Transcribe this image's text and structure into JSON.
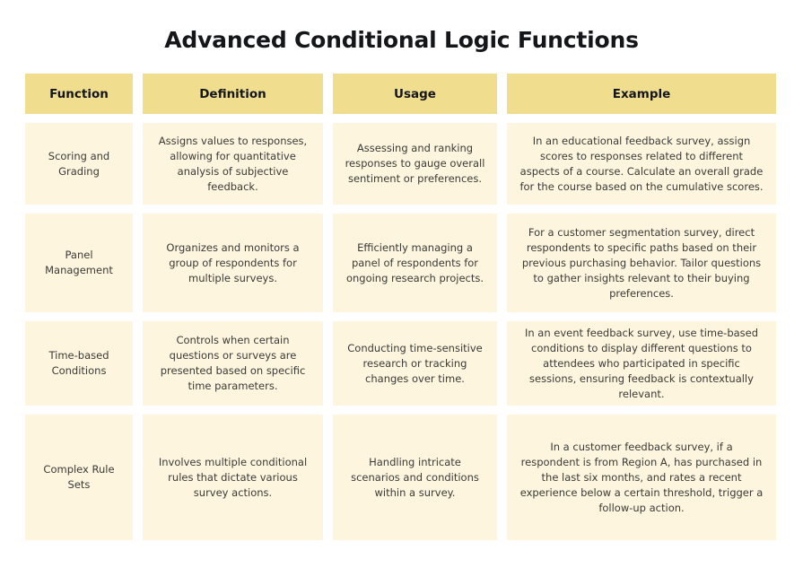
{
  "page": {
    "title": "Advanced Conditional Logic Functions",
    "background_color": "#FFFFFF",
    "header_color": "#F0DE8E",
    "body_cell_color": "#FDF5DE",
    "title_color": "#14161A",
    "body_text_color": "#3A3A38"
  },
  "table": {
    "columns": [
      {
        "label": "Function"
      },
      {
        "label": "Definition"
      },
      {
        "label": "Usage"
      },
      {
        "label": "Example"
      }
    ],
    "rows": [
      {
        "function": "Scoring and Grading",
        "definition": "Assigns values to responses, allowing for quantitative analysis of subjective feedback.",
        "usage": "Assessing and ranking responses to gauge overall sentiment or preferences.",
        "example": "In an educational feedback survey, assign scores to responses related to different aspects of a course. Calculate an overall grade for the course based on the cumulative scores."
      },
      {
        "function": "Panel Management",
        "definition": "Organizes and monitors a group of respondents for multiple surveys.",
        "usage": "Efficiently managing a panel of respondents for ongoing research projects.",
        "example": "For a customer segmentation survey, direct respondents to specific paths based on their previous purchasing behavior. Tailor questions to gather insights relevant to their buying preferences."
      },
      {
        "function": "Time-based Conditions",
        "definition": "Controls when certain questions or surveys are presented based on specific time parameters.",
        "usage": "Conducting time-sensitive research or tracking changes over time.",
        "example": "In an event feedback survey, use time-based conditions to display different questions to attendees who participated in specific sessions, ensuring feedback is contextually relevant."
      },
      {
        "function": "Complex Rule Sets",
        "definition": "Involves multiple conditional rules that dictate various survey actions.",
        "usage": "Handling intricate scenarios and conditions within a survey.",
        "example": "In a customer feedback survey, if a respondent is from Region A, has purchased in the last six months, and rates a recent experience below a certain threshold, trigger a follow-up action."
      }
    ]
  }
}
